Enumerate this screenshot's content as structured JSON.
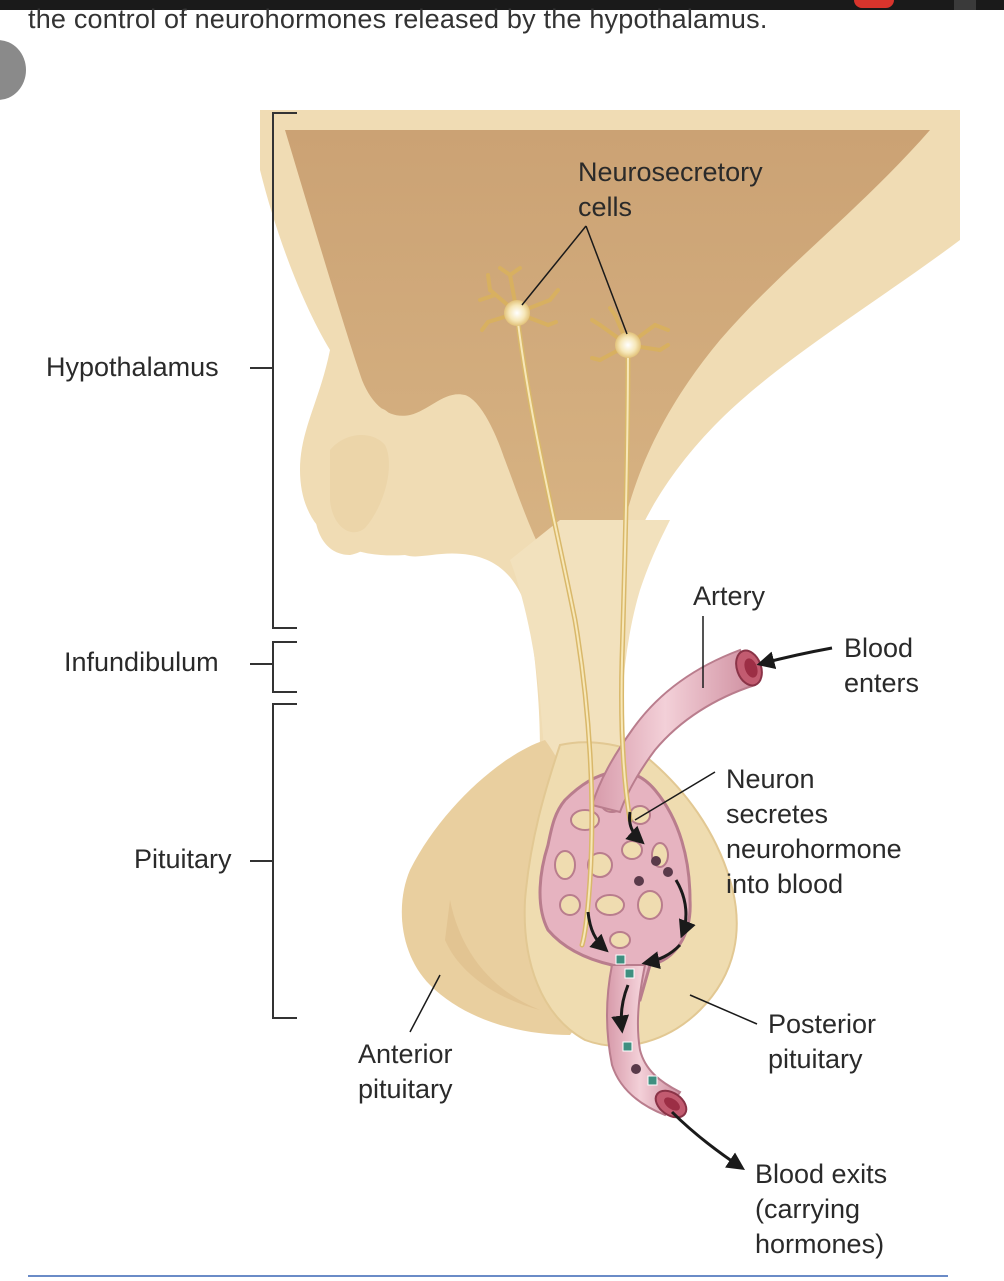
{
  "header": {
    "text": "the control of neurohormones released by the hypothalamus."
  },
  "diagram": {
    "labels": {
      "neurosecretory": "Neurosecretory\ncells",
      "hypothalamus": "Hypothalamus",
      "infundibulum": "Infundibulum",
      "pituitary": "Pituitary",
      "artery": "Artery",
      "blood_enters": "Blood\nenters",
      "neuron_secretes": "Neuron\nsecretes\nneurohormone\ninto blood",
      "anterior": "Anterior\npituitary",
      "posterior": "Posterior\npituitary",
      "blood_exits": "Blood exits\n(carrying\nhormones)"
    },
    "colors": {
      "brain_outer": "#f0dcb4",
      "brain_inner": "#d9b27c",
      "stalk": "#f2e1bd",
      "anterior": "#e9cf9f",
      "posterior": "#efdcb0",
      "vessel": "#e9b9c4",
      "vessel_edge": "#b97d8d",
      "axon": "#d9b86a",
      "hormone_square": "#3f8f80",
      "hormone_dot": "#5a3a4a",
      "bracket": "#333333",
      "rule": "#6a8bc7"
    }
  }
}
